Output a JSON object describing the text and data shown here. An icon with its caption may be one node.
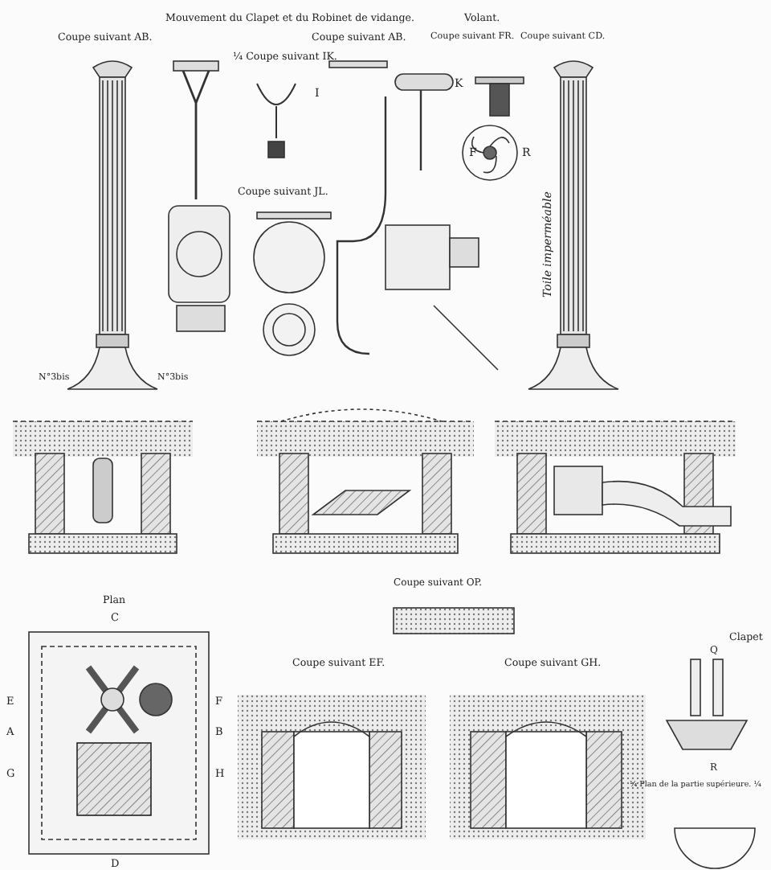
{
  "diagram": {
    "labels": [
      "Mouvement du Clapet et du Robinet de vidange.",
      "Volant.",
      "Coupe suivant AB.",
      "Coupe suivant AB.",
      "Coupe suivant FR.",
      "Coupe suivant CD.",
      "¼ Coupe suivant IK.",
      "Coupe suivant JL.",
      "I",
      "K",
      "F",
      "R",
      "Toile imperméable",
      "N°3bis",
      "N°3bis",
      "Coupe suivant OP.",
      "Plan",
      "C",
      "E",
      "F",
      "A",
      "B",
      "G",
      "H",
      "D",
      "Coupe suivant EF.",
      "Coupe suivant GH.",
      "Clapet",
      "Q",
      "R",
      "¼ Plan de la partie supérieure. ¼"
    ]
  }
}
